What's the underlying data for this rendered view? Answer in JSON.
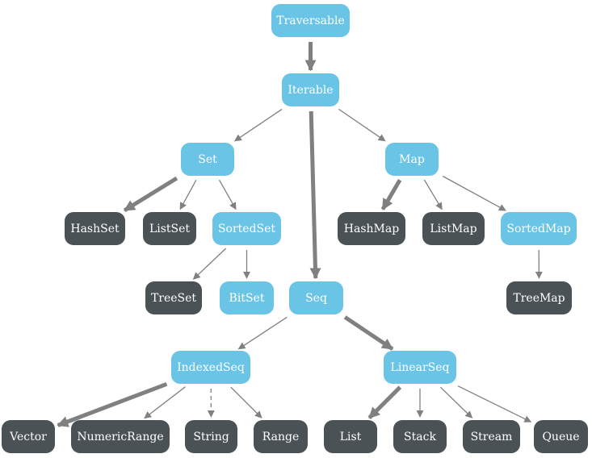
{
  "colors": {
    "trait": "#6ac4e6",
    "class": "#4a5256",
    "edge": "#808080"
  },
  "nodes": {
    "traversable": "Traversable",
    "iterable": "Iterable",
    "set": "Set",
    "map": "Map",
    "seq": "Seq",
    "hashset": "HashSet",
    "listset": "ListSet",
    "sortedset": "SortedSet",
    "treeset": "TreeSet",
    "bitset": "BitSet",
    "hashmap": "HashMap",
    "listmap": "ListMap",
    "sortedmap": "SortedMap",
    "treemap": "TreeMap",
    "indexedseq": "IndexedSeq",
    "linearseq": "LinearSeq",
    "vector": "Vector",
    "numericrange": "NumericRange",
    "string": "String",
    "range": "Range",
    "list": "List",
    "stack": "Stack",
    "stream": "Stream",
    "queue": "Queue"
  },
  "edges": [
    {
      "from": "traversable",
      "to": "iterable",
      "style": "thick"
    },
    {
      "from": "iterable",
      "to": "set",
      "style": "thin"
    },
    {
      "from": "iterable",
      "to": "map",
      "style": "thin"
    },
    {
      "from": "iterable",
      "to": "seq",
      "style": "thick"
    },
    {
      "from": "set",
      "to": "hashset",
      "style": "thick"
    },
    {
      "from": "set",
      "to": "listset",
      "style": "thin"
    },
    {
      "from": "set",
      "to": "sortedset",
      "style": "thin"
    },
    {
      "from": "sortedset",
      "to": "treeset",
      "style": "thin"
    },
    {
      "from": "sortedset",
      "to": "bitset",
      "style": "thin"
    },
    {
      "from": "map",
      "to": "hashmap",
      "style": "thick"
    },
    {
      "from": "map",
      "to": "listmap",
      "style": "thin"
    },
    {
      "from": "map",
      "to": "sortedmap",
      "style": "thin"
    },
    {
      "from": "sortedmap",
      "to": "treemap",
      "style": "thin"
    },
    {
      "from": "seq",
      "to": "indexedseq",
      "style": "thin"
    },
    {
      "from": "seq",
      "to": "linearseq",
      "style": "thick"
    },
    {
      "from": "indexedseq",
      "to": "vector",
      "style": "thick"
    },
    {
      "from": "indexedseq",
      "to": "numericrange",
      "style": "thin"
    },
    {
      "from": "indexedseq",
      "to": "string",
      "style": "dashed"
    },
    {
      "from": "indexedseq",
      "to": "range",
      "style": "thin"
    },
    {
      "from": "linearseq",
      "to": "list",
      "style": "thick"
    },
    {
      "from": "linearseq",
      "to": "stack",
      "style": "thin"
    },
    {
      "from": "linearseq",
      "to": "stream",
      "style": "thin"
    },
    {
      "from": "linearseq",
      "to": "queue",
      "style": "thin"
    }
  ]
}
